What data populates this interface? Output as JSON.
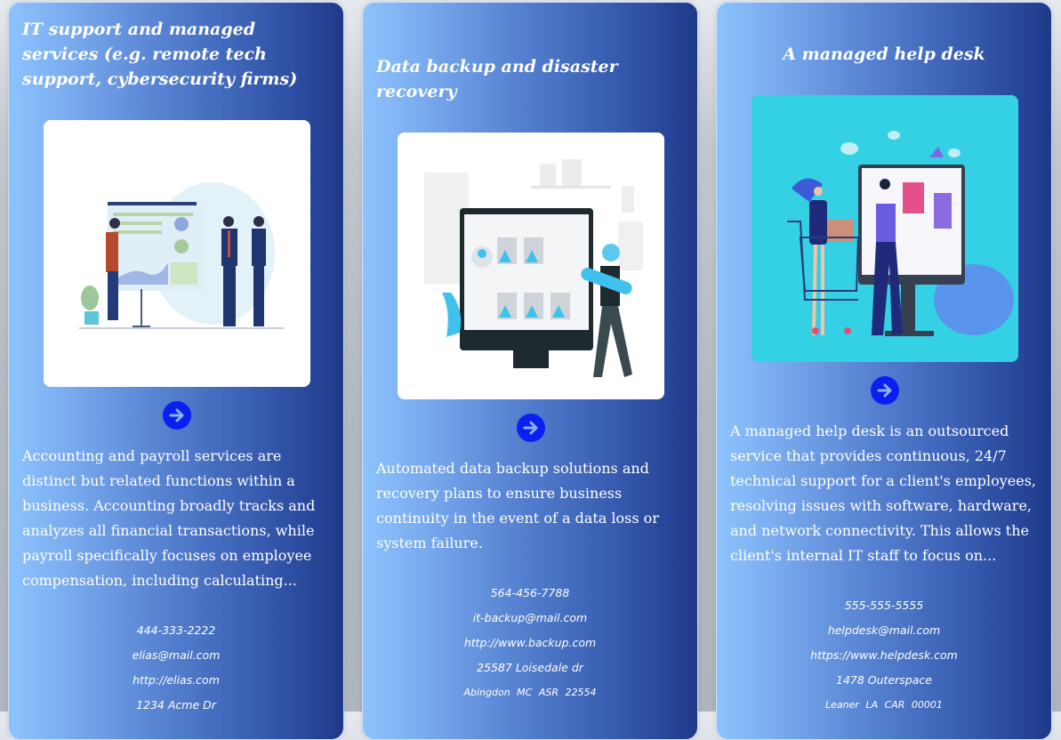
{
  "cards": [
    {
      "title": "IT support and managed services (e.g. remote tech support, cybersecurity firms)",
      "image_alt": "business presentation illustration",
      "image_bg": "#ffffff",
      "arrow_icon": "arrow-right-circle-icon",
      "description": "Accounting and payroll services are distinct but related functions within a business. Accounting broadly tracks and analyzes all financial transactions, while payroll specifically focuses on employee compensation, including calculating...",
      "contact": {
        "phone": "444-333-2222",
        "email": "elias@mail.com",
        "website": "http://elias.com",
        "address": "1234 Acme Dr"
      }
    },
    {
      "title": "Data backup and disaster recovery",
      "image_alt": "data backup computer illustration",
      "image_bg": "#ffffff",
      "arrow_icon": "arrow-right-circle-icon",
      "description": "Automated data backup solutions and recovery plans to ensure business continuity in the event of a data loss or system failure.",
      "contact": {
        "phone": "564-456-7788",
        "email": "it-backup@mail.com",
        "website": "http://www.backup.com",
        "address": "25587 Loisedale dr",
        "city_line": "Abingdon  MC  ASR  22554"
      }
    },
    {
      "title": "A managed help desk",
      "image_alt": "online shopping help desk illustration",
      "image_bg": "#33d1e3",
      "arrow_icon": "arrow-right-circle-icon",
      "description": "A managed help desk is an outsourced service that provides continuous, 24/7 technical support for a client's employees, resolving issues with software, hardware, and network connectivity. This allows the client's internal IT staff to focus on...",
      "contact": {
        "phone": "555-555-5555",
        "email": "helpdesk@mail.com",
        "website": "https://www.helpdesk.com",
        "address": "1478 Outerspace",
        "city_line": "Leaner  LA  CAR  00001"
      }
    }
  ],
  "colors": {
    "card_gradient_start": "#8dc3fd",
    "card_gradient_end": "#1f3988",
    "arrow_button": "#0a1ff0",
    "page_background": "#b2b8c1"
  }
}
